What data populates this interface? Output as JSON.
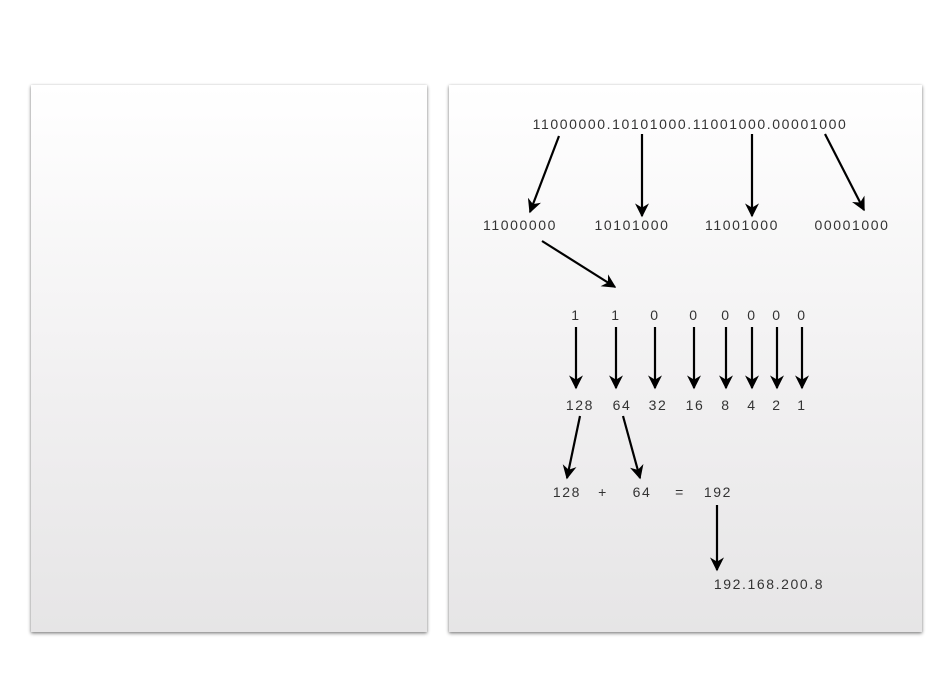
{
  "binary_ip": "11000000.10101000.11001000.00001000",
  "octets": [
    "11000000",
    "10101000",
    "11001000",
    "00001000"
  ],
  "bits": [
    "1",
    "1",
    "0",
    "0",
    "0",
    "0",
    "0",
    "0"
  ],
  "place_values": [
    "128",
    "64",
    "32",
    "16",
    "8",
    "4",
    "2",
    "1"
  ],
  "sum": {
    "a": "128",
    "plus": "+",
    "b": "64",
    "equals": "=",
    "result": "192"
  },
  "decimal_ip": "192.168.200.8"
}
